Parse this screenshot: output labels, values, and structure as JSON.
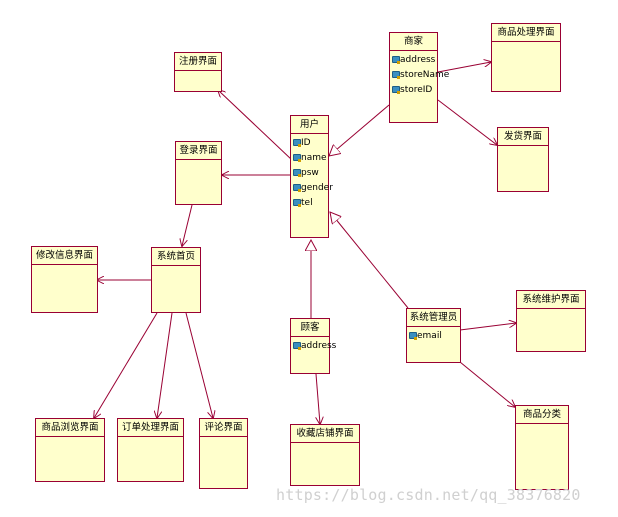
{
  "classes": {
    "zhuce": {
      "name": "注册界面"
    },
    "denglu": {
      "name": "登录界面"
    },
    "xiugai": {
      "name": "修改信息界面"
    },
    "xitong_shouye": {
      "name": "系统首页"
    },
    "yonghu": {
      "name": "用户",
      "attributes": [
        "ID",
        "name",
        "psw",
        "gender",
        "tel"
      ]
    },
    "shangjia": {
      "name": "商家",
      "attributes": [
        "address",
        "storeName",
        "storeID"
      ]
    },
    "shangpin_chuli": {
      "name": "商品处理界面"
    },
    "fahuo": {
      "name": "发货界面"
    },
    "guke": {
      "name": "顾客",
      "attributes": [
        "address"
      ]
    },
    "xitong_guanli": {
      "name": "系统管理员",
      "attributes": [
        "email"
      ]
    },
    "xitong_weihu": {
      "name": "系统维护界面"
    },
    "shangpin_fenlei": {
      "name": "商品分类"
    },
    "shangpin_liulan": {
      "name": "商品浏览界面"
    },
    "dingdan": {
      "name": "订单处理界面"
    },
    "pinglun": {
      "name": "评论界面"
    },
    "shoucang": {
      "name": "收藏店铺界面"
    }
  },
  "watermark": "https://blog.csdn.net/qq_38376820",
  "colors": {
    "border": "#990033",
    "fill": "#ffffcc",
    "line": "#990033"
  }
}
